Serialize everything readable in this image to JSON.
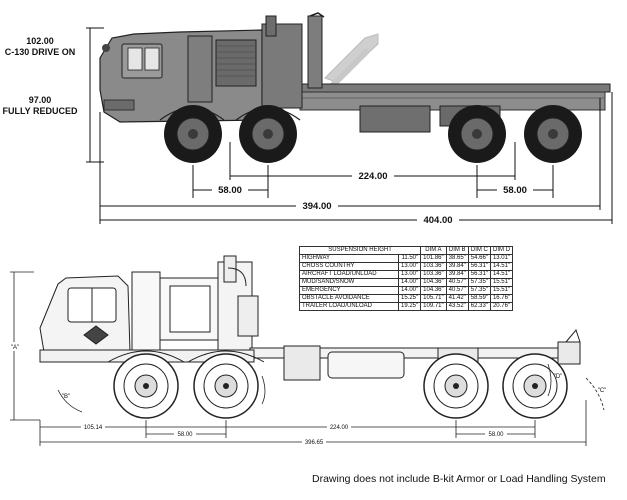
{
  "top_view": {
    "height_label_1": "102.00",
    "height_label_2": "C-130 DRIVE ON",
    "height_label_3": "97.00",
    "height_label_4": "FULLY REDUCED",
    "dim_wheelbase": "224.00",
    "dim_front_axle": "58.00",
    "dim_rear_axle": "58.00",
    "dim_body": "394.00",
    "dim_overall": "404.00"
  },
  "suspension_table": {
    "headers": [
      "SUSPENSION HEIGHT",
      "DIM A",
      "DIM B",
      "DIM C",
      "DIM D"
    ],
    "rows": [
      [
        "HIGHWAY",
        "11.50\"",
        "101.86\"",
        "38.65\"",
        "54.66\"",
        "13.01\""
      ],
      [
        "CROSS COUNTRY",
        "13.00\"",
        "103.36\"",
        "39.84\"",
        "56.31\"",
        "14.51\""
      ],
      [
        "AIRCRAFT LOAD/UNLOAD",
        "13.00\"",
        "103.36\"",
        "39.84\"",
        "56.31\"",
        "14.51\""
      ],
      [
        "MUD/SAND/SNOW",
        "14.00\"",
        "104.36\"",
        "40.57\"",
        "57.35\"",
        "15.51\""
      ],
      [
        "EMERGENCY",
        "14.00\"",
        "104.36\"",
        "40.57\"",
        "57.35\"",
        "15.51\""
      ],
      [
        "OBSTACLE AVOIDANCE",
        "15.25\"",
        "105.71\"",
        "41.42\"",
        "58.59\"",
        "16.76\""
      ],
      [
        "TRAILER LOAD/UNLOAD",
        "19.25\"",
        "109.71\"",
        "43.52\"",
        "62.33\"",
        "20.76\""
      ]
    ]
  },
  "bottom_view": {
    "dim_a_label": "\"A\"",
    "dim_b_label": "\"B\"",
    "dim_c_label": "\"C\"",
    "dim_d_label": "\"D\"",
    "dim_front_overhang": "105.14",
    "dim_wheelbase": "224.00",
    "dim_front_axle": "58.00",
    "dim_rear_axle": "58.00",
    "dim_overall": "396.65"
  },
  "caption": "Drawing does not include B-kit Armor or Load Handling System"
}
